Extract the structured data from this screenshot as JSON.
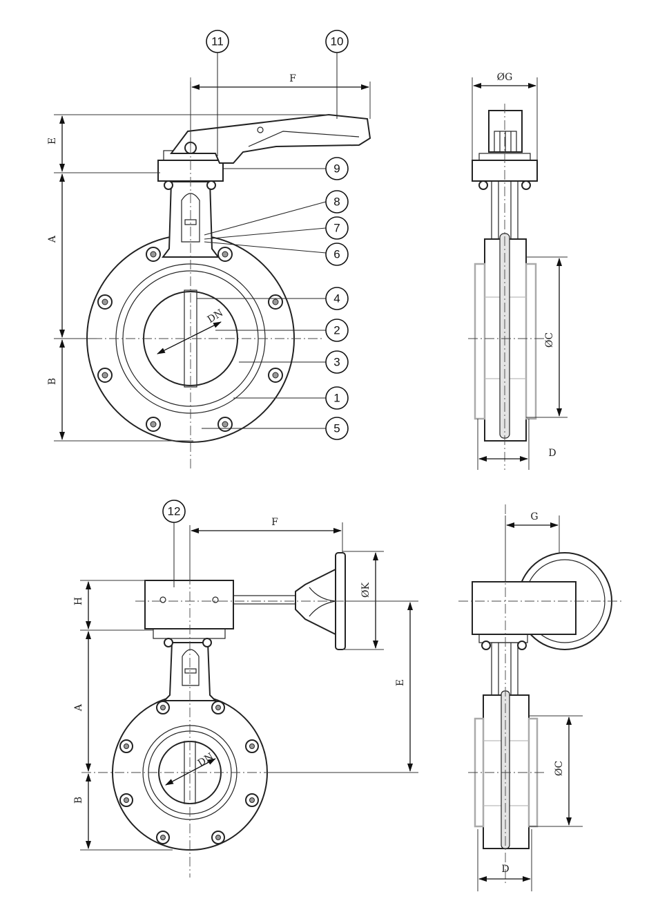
{
  "views": {
    "lever_front": {
      "callouts": [
        "11",
        "10",
        "9",
        "8",
        "7",
        "6",
        "4",
        "2",
        "3",
        "1",
        "5"
      ],
      "dimensions": {
        "f": "F",
        "e": "E",
        "a": "A",
        "b": "B",
        "dn": "DN"
      }
    },
    "lever_side": {
      "dimensions": {
        "g": "ØG",
        "c": "ØC",
        "d": "D"
      }
    },
    "gear_front": {
      "callouts": [
        "12"
      ],
      "dimensions": {
        "f": "F",
        "k": "ØK",
        "h": "H",
        "e": "E",
        "a": "A",
        "b": "B",
        "dn": "DN"
      }
    },
    "gear_side": {
      "dimensions": {
        "g": "G",
        "c": "ØC",
        "d": "D"
      }
    }
  }
}
